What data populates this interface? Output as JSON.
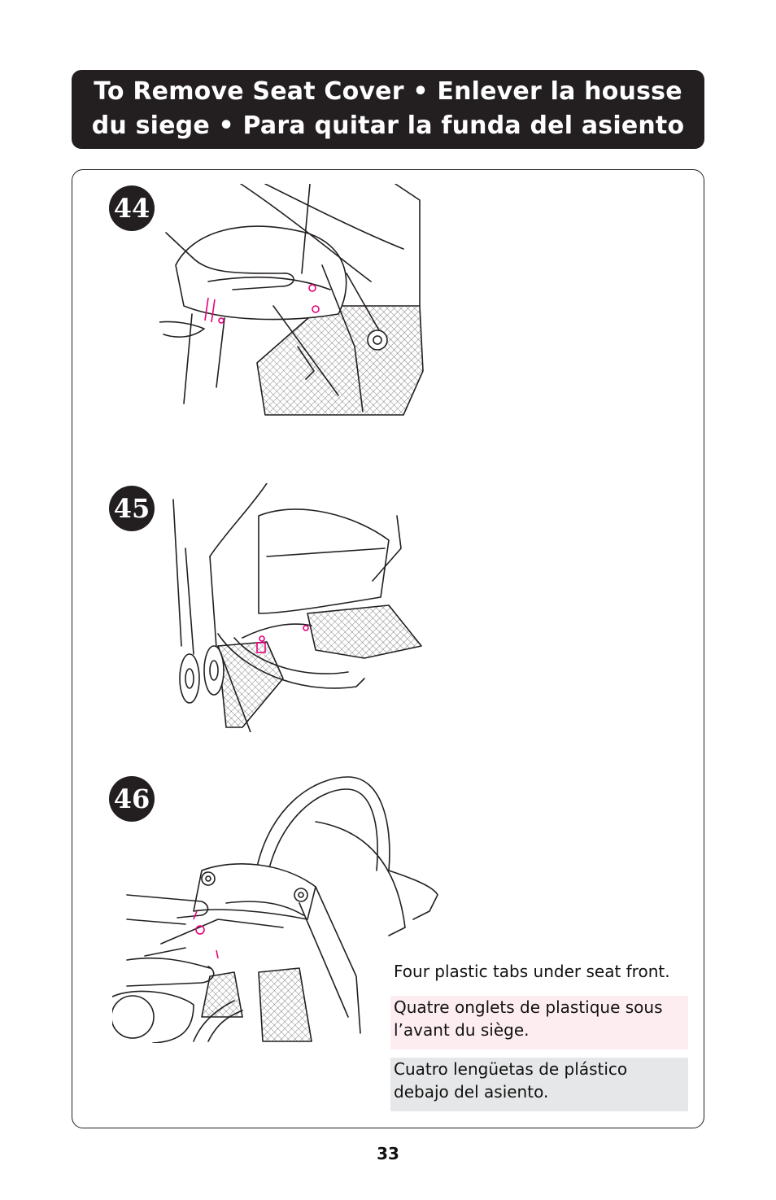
{
  "header": {
    "line1": "To Remove Seat Cover • Enlever la housse",
    "line2": "du siege • Para quitar la funda del asiento"
  },
  "steps": [
    {
      "number": "44"
    },
    {
      "number": "45"
    },
    {
      "number": "46"
    }
  ],
  "instructions": {
    "en": "Four plastic tabs under seat front.",
    "fr": "Quatre onglets de plastique sous l’avant du siège.",
    "es": "Cuatro lengüetas de plástico debajo del asiento."
  },
  "colors": {
    "dark": "#231f20",
    "highlight": "#e6007e",
    "fr_bg": "#fdedf1",
    "es_bg": "#e6e7e8"
  },
  "page_number": "33"
}
